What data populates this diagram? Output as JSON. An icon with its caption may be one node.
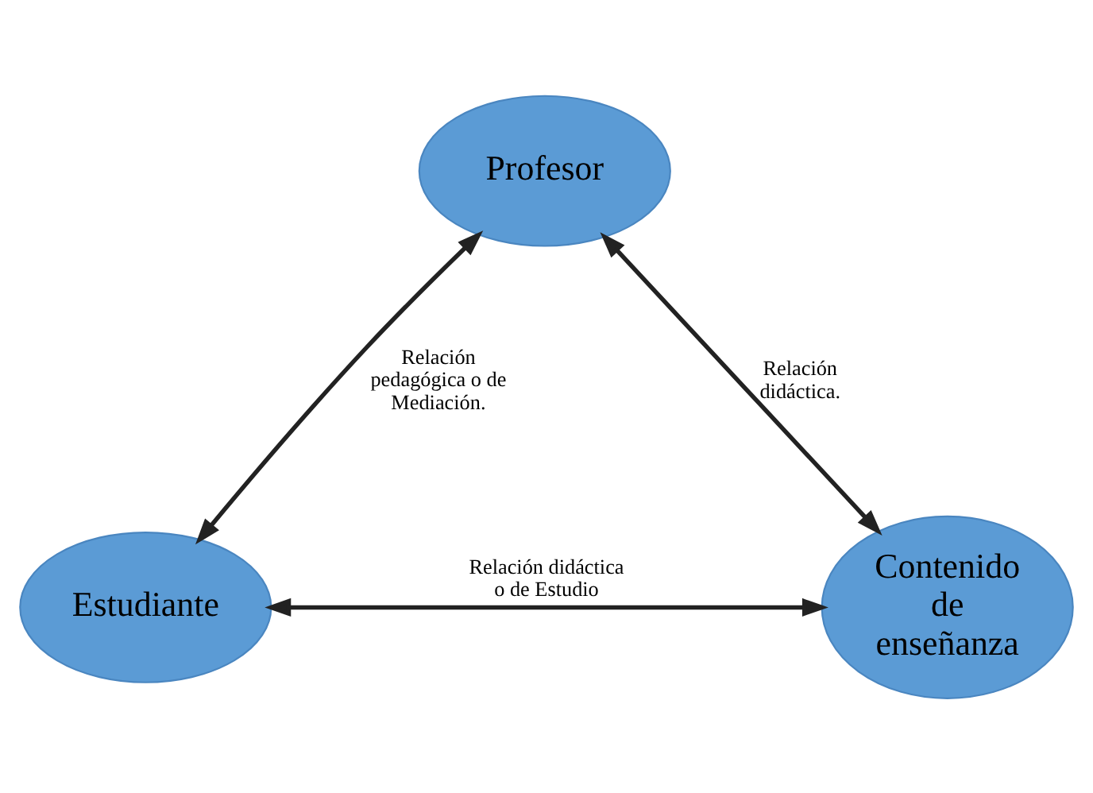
{
  "diagram": {
    "nodes": [
      {
        "text": [
          "Profesor"
        ]
      },
      {
        "text": [
          "Estudiante"
        ]
      },
      {
        "text": [
          "Contenido de enseñanza"
        ]
      }
    ],
    "edges": [
      {
        "from": 0,
        "to": 1,
        "arrow": "both",
        "label": "Relación pedagógica o de Mediación."
      },
      {
        "from": 0,
        "to": 2,
        "arrow": "both",
        "label": "Relación didáctica."
      },
      {
        "from": 1,
        "to": 2,
        "arrow": "both",
        "label": "Relación didáctica o de Estudio"
      }
    ]
  }
}
